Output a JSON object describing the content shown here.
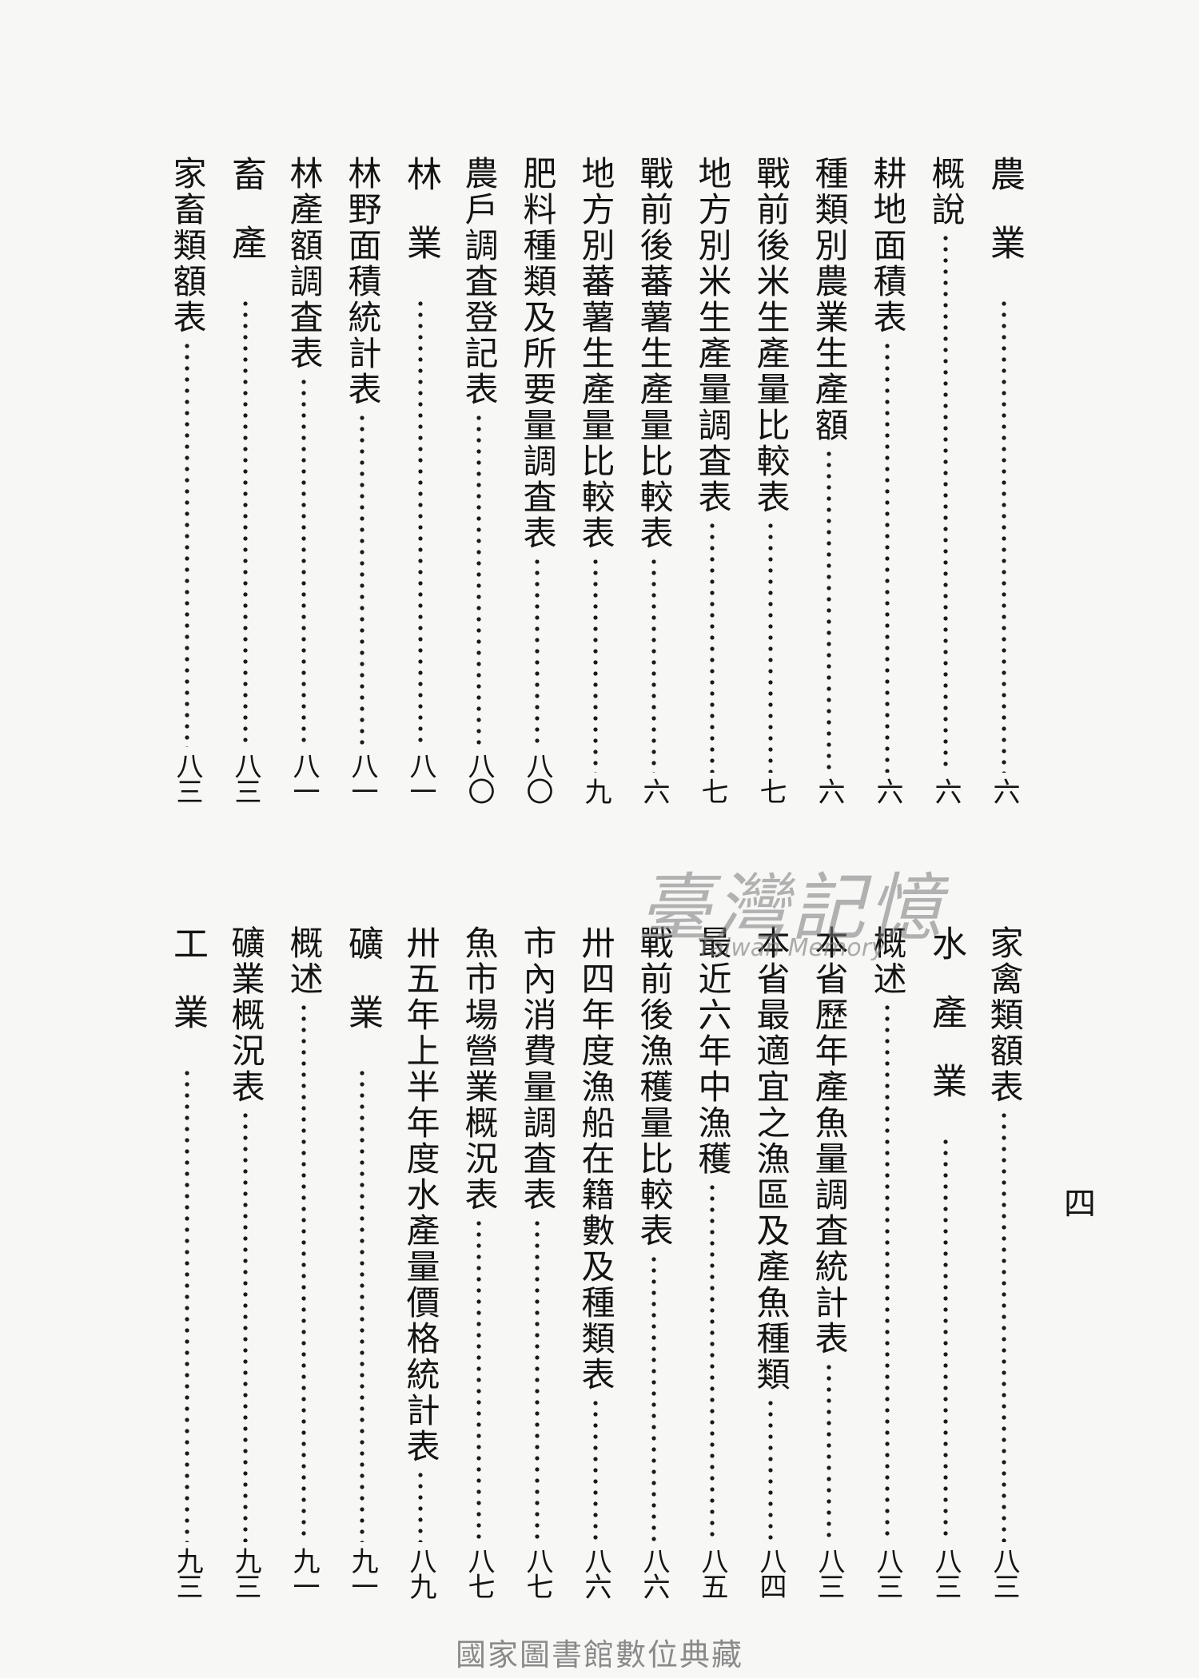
{
  "page_number": "四",
  "upper_columns": [
    {
      "title": "農業",
      "heading": true,
      "page": "六"
    },
    {
      "title": "概說",
      "page": "六"
    },
    {
      "title": "耕地面積表",
      "page": "六"
    },
    {
      "title": "種類別農業生產額",
      "page": "六"
    },
    {
      "title": "戰前後米生產量比較表",
      "page": "七"
    },
    {
      "title": "地方別米生產量調査表",
      "page": "七"
    },
    {
      "title": "戰前後蕃薯生產量比較表",
      "page": "六"
    },
    {
      "title": "地方別蕃薯生產量比較表",
      "page": "九"
    },
    {
      "title": "肥料種類及所要量調査表",
      "page": "八〇"
    },
    {
      "title": "農戶調査登記表",
      "page": "八〇"
    },
    {
      "title": "林業",
      "heading": true,
      "page": "八一"
    },
    {
      "title": "林野面積統計表",
      "page": "八一"
    },
    {
      "title": "林產額調査表",
      "page": "八一"
    },
    {
      "title": "畜產",
      "heading": true,
      "page": "八三"
    },
    {
      "title": "家畜類額表",
      "page": "八三"
    }
  ],
  "lower_columns": [
    {
      "title": "家禽類額表",
      "page": "八三"
    },
    {
      "title": "水產業",
      "heading": true,
      "page": "八三"
    },
    {
      "title": "概述",
      "page": "八三"
    },
    {
      "title": "本省歷年產魚量調査統計表",
      "page": "八三"
    },
    {
      "title": "本省最適宜之漁區及產魚種類",
      "page": "八四"
    },
    {
      "title": "最近六年中漁穫",
      "page": "八五"
    },
    {
      "title": "戰前後漁穫量比較表",
      "page": "八六"
    },
    {
      "title": "卅四年度漁船在籍數及種類表",
      "page": "八六"
    },
    {
      "title": "市內消費量調査表",
      "page": "八七"
    },
    {
      "title": "魚市場營業概況表",
      "page": "八七"
    },
    {
      "title": "卅五年上半年度水產量價格統計表",
      "page": "八九"
    },
    {
      "title": "礦業",
      "heading": true,
      "page": "九一"
    },
    {
      "title": "概述",
      "page": "九一"
    },
    {
      "title": "礦業概況表",
      "page": "九三"
    },
    {
      "title": "工業",
      "heading": true,
      "page": "九三"
    }
  ],
  "watermark": {
    "cn": "臺灣記憶",
    "en": "Taiwan Memory"
  },
  "footer": "國家圖書館數位典藏"
}
